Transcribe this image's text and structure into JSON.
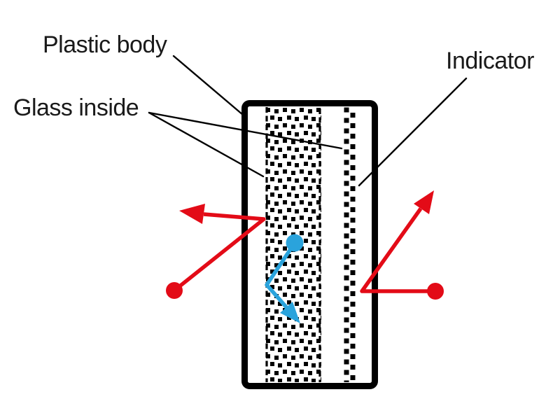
{
  "labels": {
    "plastic_body": "Plastic body",
    "glass_inside": "Glass inside",
    "indicator": "Indicator"
  },
  "colors": {
    "arrow_red": "#e30b17",
    "arrow_blue": "#2aa3dc",
    "line_black": "#000000",
    "text": "#1a1a1a",
    "background": "#ffffff"
  }
}
